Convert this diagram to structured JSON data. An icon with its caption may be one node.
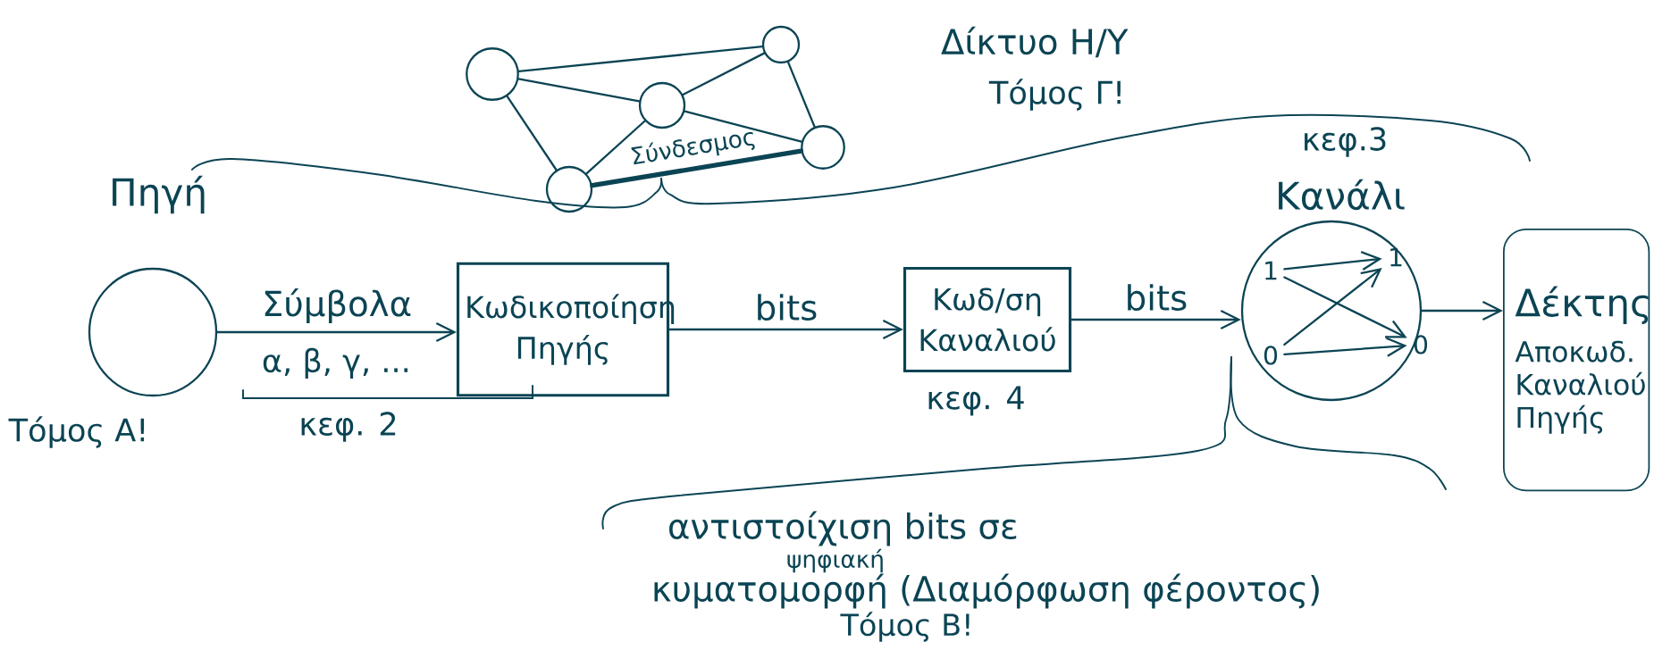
{
  "diagram": {
    "nodes": [
      {
        "text": [
          "Πηγή"
        ],
        "beside": [
          "Τόμος Α!"
        ]
      },
      {
        "text": [
          "Κωδικοποίηση Πηγής"
        ]
      },
      {
        "text": [
          "Κωδ/ση Καναλιού"
        ],
        "beside": [
          "κεφ. 4"
        ]
      },
      {
        "text": [
          "Κανάλι"
        ],
        "beside": [
          "κεφ.3"
        ]
      },
      {
        "text": [
          "1"
        ],
        "in": 3
      },
      {
        "text": [
          "0"
        ],
        "in": 3
      },
      {
        "text": [
          "1"
        ],
        "in": 3
      },
      {
        "text": [
          "0"
        ],
        "in": 3
      },
      {
        "text": [
          "Δέκτης",
          "Αποκωδ. Καναλιού Πηγής"
        ]
      },
      {
        "text": [],
        "shape": "circle"
      },
      {
        "text": [],
        "shape": "circle"
      },
      {
        "text": [],
        "shape": "circle"
      },
      {
        "text": [],
        "shape": "circle"
      },
      {
        "text": [],
        "shape": "circle"
      }
    ],
    "edges": [
      {
        "from": 0,
        "to": 1,
        "arrow": "to",
        "label": "Σύμβολα"
      },
      {
        "from": 1,
        "to": 2,
        "arrow": "to",
        "label": "bits"
      },
      {
        "from": 2,
        "to": 3,
        "arrow": "to",
        "label": "bits"
      },
      {
        "from": 3,
        "to": 8,
        "arrow": "to"
      },
      {
        "from": 4,
        "to": 6,
        "arrow": "to"
      },
      {
        "from": 4,
        "to": 7,
        "arrow": "to"
      },
      {
        "from": 5,
        "to": 6,
        "arrow": "to"
      },
      {
        "from": 5,
        "to": 7,
        "arrow": "to"
      },
      {
        "from": 9,
        "to": 12,
        "arrow": "none"
      },
      {
        "from": 9,
        "to": 11,
        "arrow": "none"
      },
      {
        "from": 9,
        "to": 10,
        "arrow": "none"
      },
      {
        "from": 11,
        "to": 12,
        "arrow": "none"
      },
      {
        "from": 11,
        "to": 13,
        "arrow": "none"
      },
      {
        "from": 11,
        "to": 10,
        "arrow": "none"
      },
      {
        "from": 12,
        "to": 13,
        "arrow": "none"
      },
      {
        "from": 10,
        "to": 13,
        "arrow": "none",
        "label": "Σύνδεσμος",
        "style": "thick"
      }
    ],
    "labels": [
      "Δίκτυο Η/Υ",
      "Τόμος Γ!",
      "α, β, γ, ...",
      "κεφ. 2",
      "αντιστοίχιση bits σε",
      "ψηφιακή",
      "κυματομορφή (Διαμόρφωση φέροντος)",
      "Τόμος Β!"
    ]
  }
}
